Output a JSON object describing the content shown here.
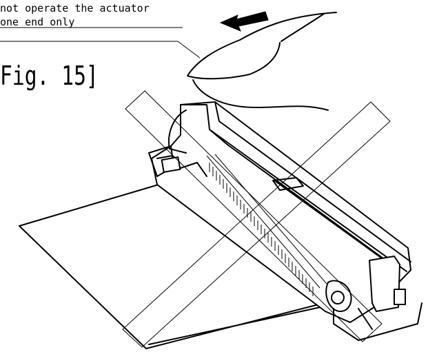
{
  "caution": {
    "line1": "not operate the actuator",
    "line2": "one end only"
  },
  "figure": {
    "label": "Fig. 15]"
  },
  "icons": {
    "push-direction": "arrow-left-icon",
    "finger": "finger-icon",
    "prohibited": "cross-out-icon"
  }
}
